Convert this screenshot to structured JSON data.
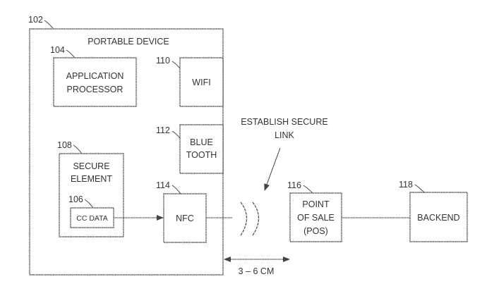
{
  "diagram": {
    "portable_device": {
      "ref": "102",
      "label": "PORTABLE DEVICE"
    },
    "application_processor": {
      "ref": "104",
      "lines": [
        "APPLICATION",
        "PROCESSOR"
      ]
    },
    "cc_data": {
      "ref": "106",
      "label": "CC DATA"
    },
    "secure_element": {
      "ref": "108",
      "lines": [
        "SECURE",
        "ELEMENT"
      ]
    },
    "wifi": {
      "ref": "110",
      "label": "WIFI"
    },
    "bluetooth": {
      "ref": "112",
      "lines": [
        "BLUE",
        "TOOTH"
      ]
    },
    "nfc": {
      "ref": "114",
      "label": "NFC"
    },
    "pos": {
      "ref": "116",
      "lines": [
        "POINT",
        "OF SALE",
        "(POS)"
      ]
    },
    "backend": {
      "ref": "118",
      "label": "BACKEND"
    },
    "secure_link": {
      "lines": [
        "ESTABLISH SECURE",
        "LINK"
      ]
    },
    "distance": {
      "label": "3 – 6 CM"
    }
  }
}
